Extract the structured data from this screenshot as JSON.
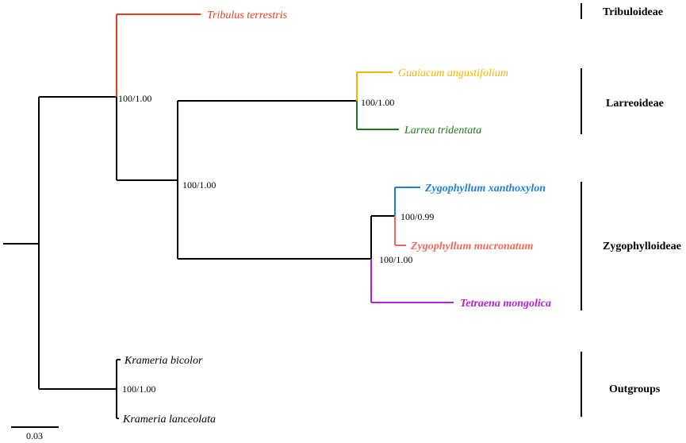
{
  "taxa": {
    "tribulus": {
      "label": "Tribulus terrestris",
      "color": "#e8401c"
    },
    "guaiacum": {
      "label": "Guaiacum angustifolium",
      "color": "#f2b600"
    },
    "larrea": {
      "label": "Larrea tridentata",
      "color": "#1a7a1a"
    },
    "zxanth": {
      "label": "Zygophyllum xanthoxylon",
      "color": "#1f7fd8"
    },
    "zmucro": {
      "label": "Zygophyllum mucronatum",
      "color": "#f06a5a"
    },
    "tetraena": {
      "label": "Tetraena mongolica",
      "color": "#b41fd8"
    },
    "kbicolor": {
      "label": "Krameria bicolor",
      "color": "#000000"
    },
    "klanceolata": {
      "label": "Krameria lanceolata",
      "color": "#000000"
    }
  },
  "support": {
    "node_zygo_larreo_tribulus": "100/1.00",
    "node_larreo": "100/1.00",
    "node_larreo_zygo": "100/1.00",
    "node_zygo_pair": "100/0.99",
    "node_zygo_clade": "100/1.00",
    "node_outgroup": "100/1.00"
  },
  "clades": {
    "tribuloideae": "Tribuloideae",
    "larreoideae": "Larreoideae",
    "zygophylloideae": "Zygophylloideae",
    "outgroups": "Outgroups"
  },
  "scale": {
    "label": "0.03"
  }
}
